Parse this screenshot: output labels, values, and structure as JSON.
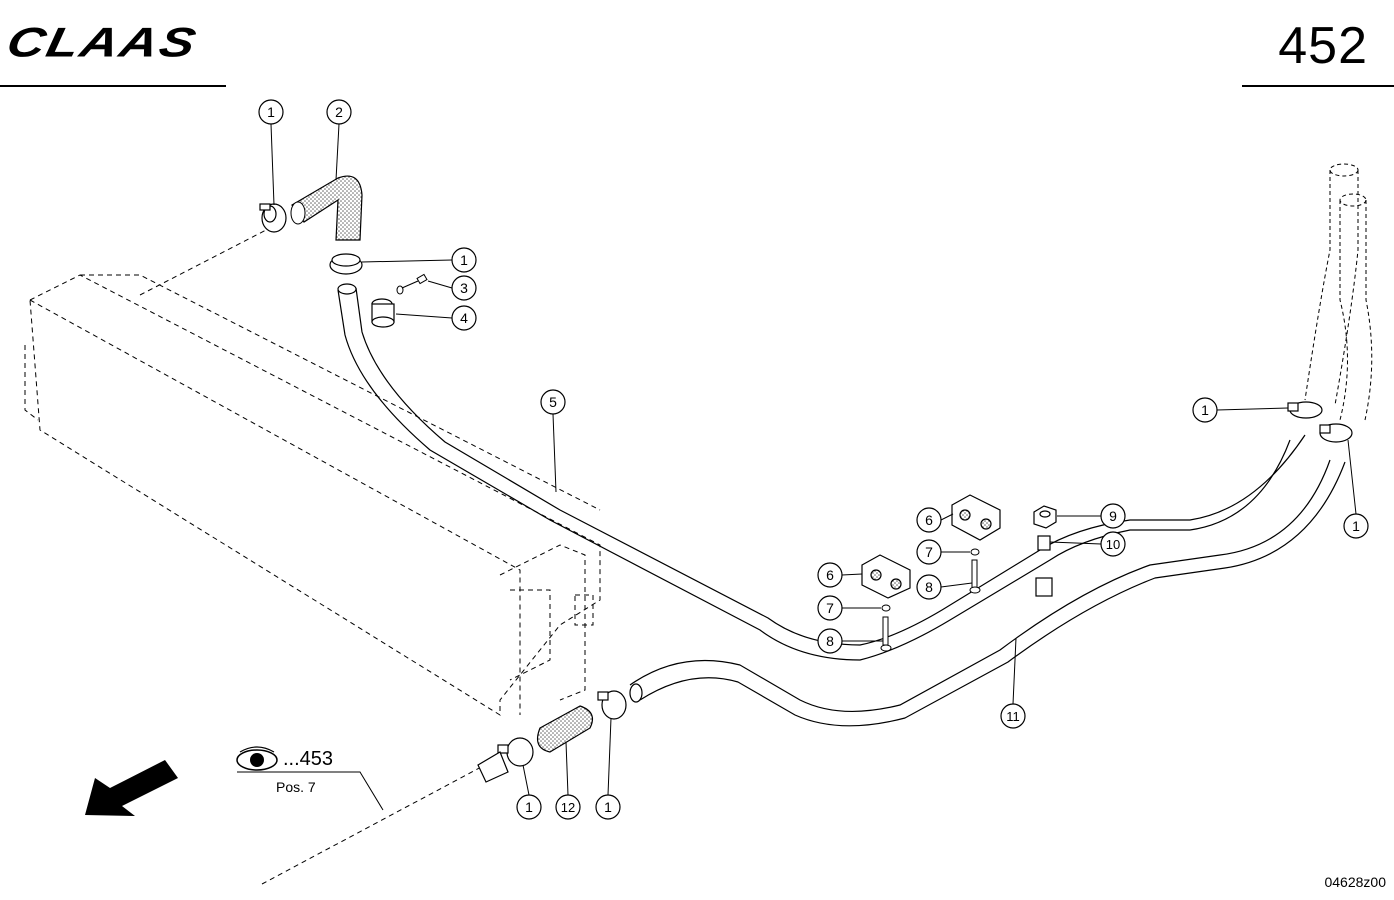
{
  "header": {
    "brand": "CLAAS",
    "page_number": "452"
  },
  "reference": {
    "text": "...453",
    "sub": "Pos. 7"
  },
  "drawing_id": "04628z00",
  "callouts": [
    {
      "id": "c1a",
      "label": "1"
    },
    {
      "id": "c2",
      "label": "2"
    },
    {
      "id": "c1b",
      "label": "1"
    },
    {
      "id": "c3",
      "label": "3"
    },
    {
      "id": "c4",
      "label": "4"
    },
    {
      "id": "c5",
      "label": "5"
    },
    {
      "id": "c6a",
      "label": "6"
    },
    {
      "id": "c7a",
      "label": "7"
    },
    {
      "id": "c8a",
      "label": "8"
    },
    {
      "id": "c6b",
      "label": "6"
    },
    {
      "id": "c7b",
      "label": "7"
    },
    {
      "id": "c8b",
      "label": "8"
    },
    {
      "id": "c9",
      "label": "9"
    },
    {
      "id": "c10",
      "label": "10"
    },
    {
      "id": "c11",
      "label": "11"
    },
    {
      "id": "c1c",
      "label": "1"
    },
    {
      "id": "c1d",
      "label": "1"
    },
    {
      "id": "c1e",
      "label": "1"
    },
    {
      "id": "c12",
      "label": "12"
    },
    {
      "id": "c1f",
      "label": "1"
    }
  ]
}
